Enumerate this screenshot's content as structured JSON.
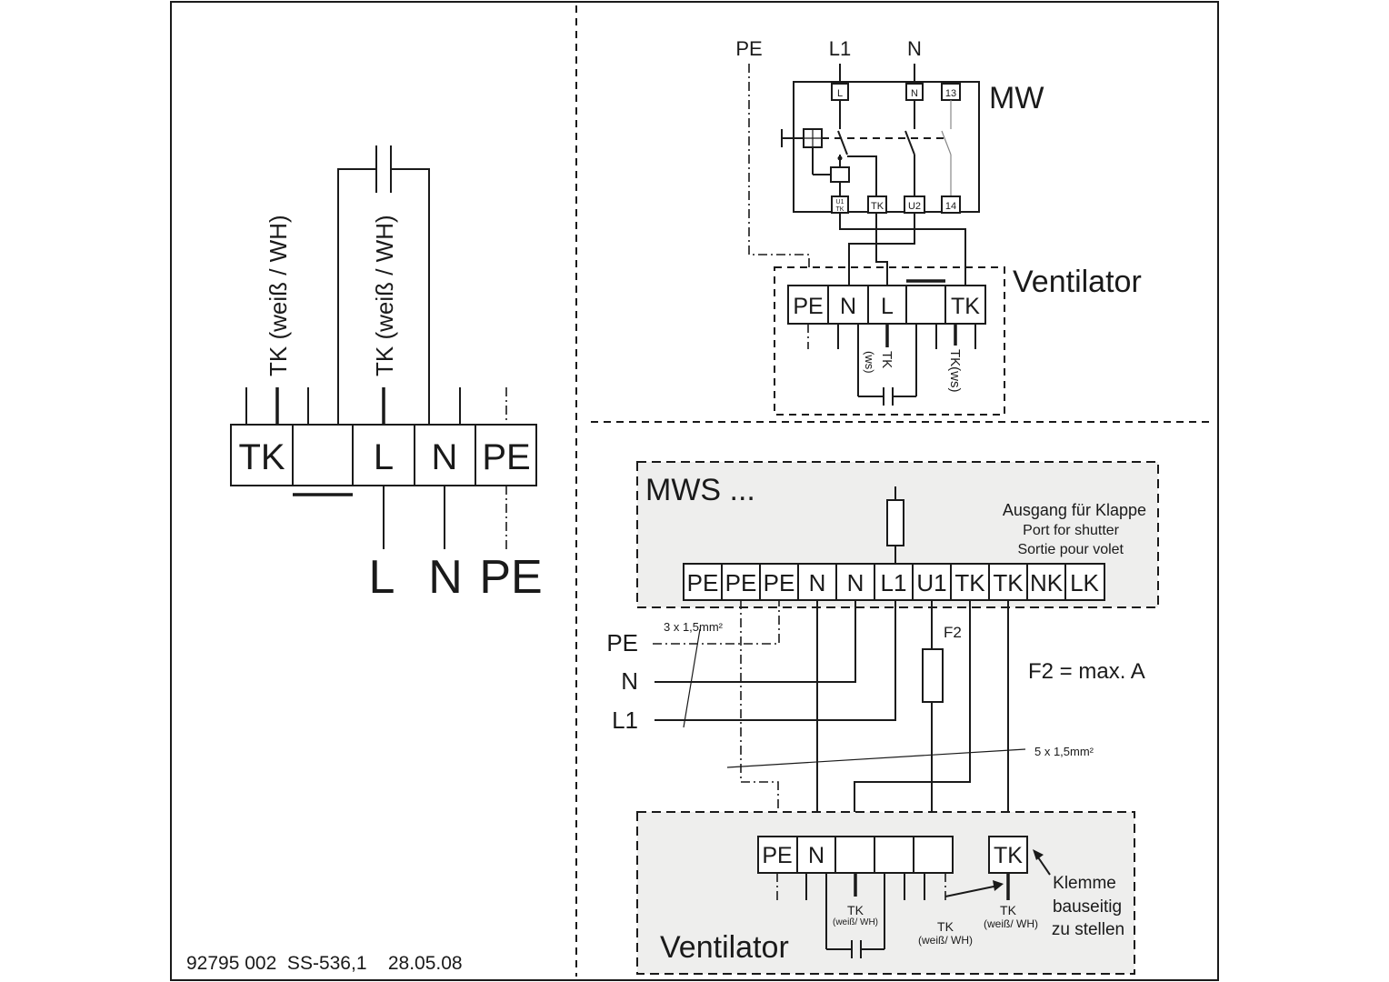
{
  "diagram_type": "circuit-wiring",
  "left": {
    "wire_label_1": "TK (weiß / WH)",
    "wire_label_2": "TK (weiß / WH)",
    "terminals": [
      "TK",
      "",
      "L",
      "N",
      "PE"
    ],
    "supply": [
      "L",
      "N",
      "PE"
    ]
  },
  "mw": {
    "top_labels": [
      "PE",
      "L1",
      "N"
    ],
    "title": "MW",
    "top_terms": [
      "L",
      "N",
      "13"
    ],
    "bottom_terms": [
      "U1",
      "TK",
      "TK",
      "U2",
      "14"
    ],
    "vent_title": "Ventilator",
    "vent_terms": [
      "PE",
      "N",
      "L",
      "",
      "TK"
    ],
    "tk_ws_1": "TK",
    "tk_ws_1b": "(ws)",
    "tk_ws_2": "TK(ws)"
  },
  "mws": {
    "title": "MWS ...",
    "port_labels": [
      "Ausgang für Klappe",
      "Port for shutter",
      "Sortie pour volet"
    ],
    "terms": [
      "PE",
      "PE",
      "PE",
      "N",
      "N",
      "L1",
      "U1",
      "TK",
      "TK",
      "NK",
      "LK"
    ],
    "cable_1": "3 x 1,5mm²",
    "cable_2": "5 x 1,5mm²",
    "supply": [
      "PE",
      "N",
      "L1"
    ],
    "fuse_label": "F2",
    "fuse_note": "F2 = max. A",
    "vent_title": "Ventilator",
    "vent_terms": [
      "PE",
      "N",
      "",
      "",
      ""
    ],
    "vent_tk": "TK",
    "tk_note_1": "TK",
    "tk_note_1b": "(weiß/ WH)",
    "tk_note_2": "TK",
    "tk_note_2b": "(weiß/ WH)",
    "tk_note_3": "TK",
    "tk_note_3b": "(weiß/ WH)",
    "klemme": [
      "Klemme",
      "bauseitig",
      "zu stellen"
    ]
  },
  "footer": "92795 002  SS-536,1    28.05.08"
}
